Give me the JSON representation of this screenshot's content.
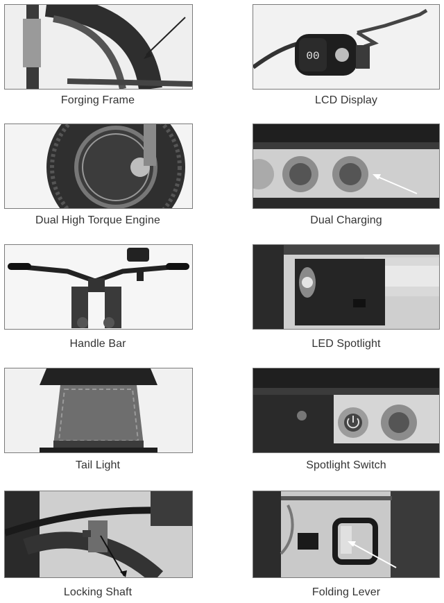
{
  "features": [
    {
      "label": "Forging Frame"
    },
    {
      "label": "LCD Display"
    },
    {
      "label": "Dual High Torque Engine"
    },
    {
      "label": "Dual Charging"
    },
    {
      "label": "Handle Bar"
    },
    {
      "label": "LED Spotlight"
    },
    {
      "label": "Tail Light"
    },
    {
      "label": "Spotlight Switch"
    },
    {
      "label": "Locking Shaft"
    },
    {
      "label": "Folding Lever"
    }
  ],
  "lcd": {
    "speed_readout": "00"
  }
}
